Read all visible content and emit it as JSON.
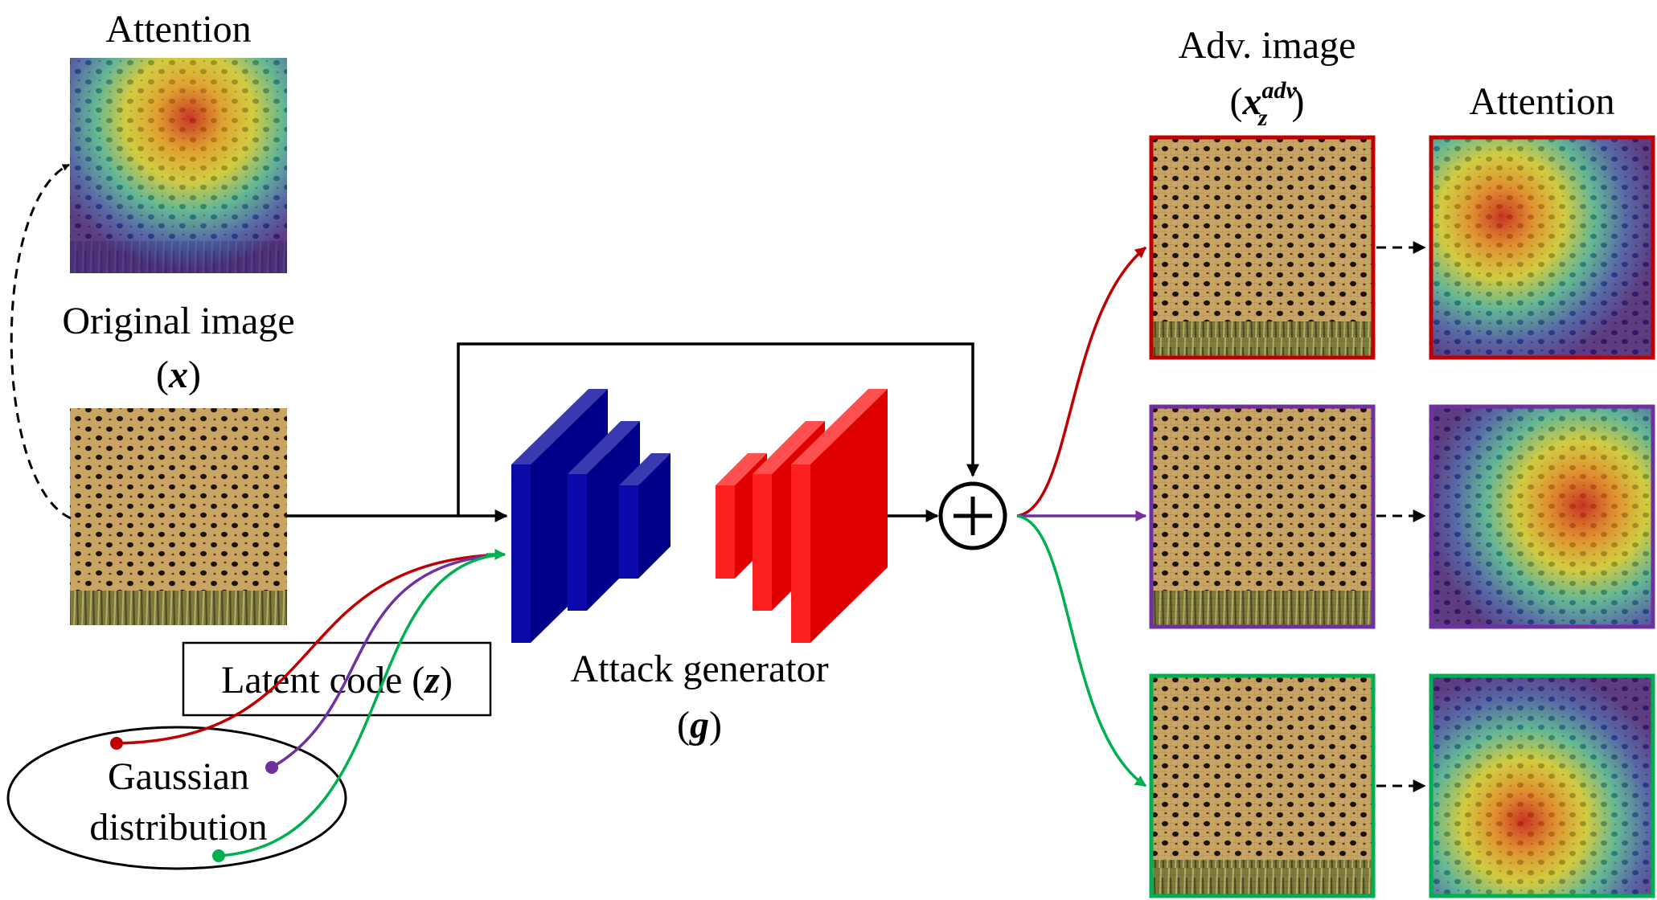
{
  "labels": {
    "attention_left": "Attention",
    "original_title": "Original image",
    "original_symbol": "x",
    "latent_code": "Latent code",
    "latent_symbol": "z",
    "gaussian_line1": "Gaussian",
    "gaussian_line2": "distribution",
    "generator_title": "Attack generator",
    "generator_symbol": "g",
    "adv_title": "Adv. image",
    "adv_symbol": "x",
    "adv_sub": "z",
    "adv_sup": "adv",
    "attention_right": "Attention"
  },
  "colors": {
    "sample_1": "#c00000",
    "sample_2": "#7030a0",
    "sample_3": "#00b050",
    "encoder": "#00008b",
    "decoder": "#ff0000"
  }
}
